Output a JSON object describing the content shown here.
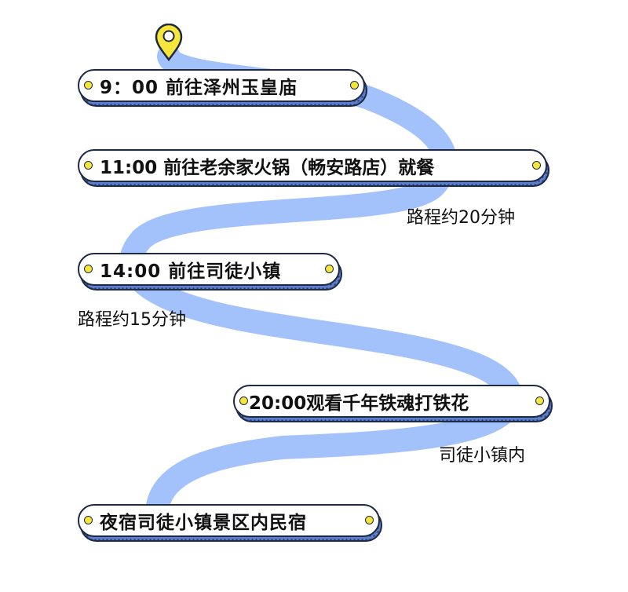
{
  "stops": [
    {
      "label": "9：00 前往泽州玉皇庙"
    },
    {
      "label": "11:00 前往老余家火锅（畅安路店）就餐"
    },
    {
      "label": "14:00 前往司徒小镇"
    },
    {
      "label": "20:00观看千年铁魂打铁花"
    },
    {
      "label": "夜宿司徒小镇景区内民宿"
    }
  ],
  "notes": [
    {
      "text": "路程约20分钟"
    },
    {
      "text": "路程约15分钟"
    },
    {
      "text": "司徒小镇内"
    }
  ],
  "colors": {
    "route": "#a3c2fb",
    "pin": "#f6e53a",
    "dot": "#f6e53a",
    "shadow": "#5d7ec8",
    "outline": "#1e2a44"
  },
  "icons": {
    "pin": "location-pin-icon"
  }
}
